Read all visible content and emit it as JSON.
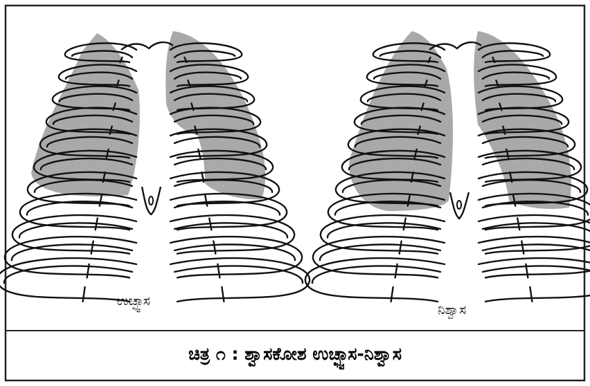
{
  "figure": {
    "left_label": "ಉಚ್ಛ್ವಾಸ",
    "right_label": "ನಿಶ್ವಾಸ",
    "caption": "ಚಿತ್ರ ೧ : ಶ್ವಾಸಕೋಶ ಉಚ್ಛ್ವಾಸ-ನಿಶ್ವಾಸ"
  },
  "colors": {
    "border": "#222222",
    "ink": "#111111",
    "lung_shade": "#9a9a9a"
  }
}
